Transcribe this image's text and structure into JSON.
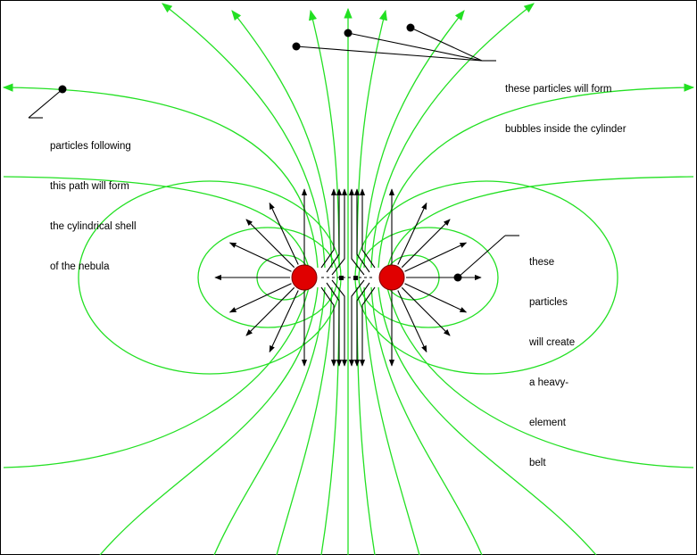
{
  "colors": {
    "field_line": "#22e022",
    "dipole_fill": "#e00000",
    "dipole_stroke": "#7a0000",
    "ink": "#000000",
    "frame": "#000000"
  },
  "annotations": {
    "bubbles": {
      "lines": [
        "these particles will form",
        "bubbles inside the cylinder"
      ]
    },
    "shell": {
      "lines": [
        "particles following",
        "this path will form",
        "the cylindrical shell",
        "of the nebula"
      ]
    },
    "belt": {
      "lines": [
        "these",
        "particles",
        "will create",
        "a heavy-",
        "element",
        "belt"
      ]
    }
  }
}
